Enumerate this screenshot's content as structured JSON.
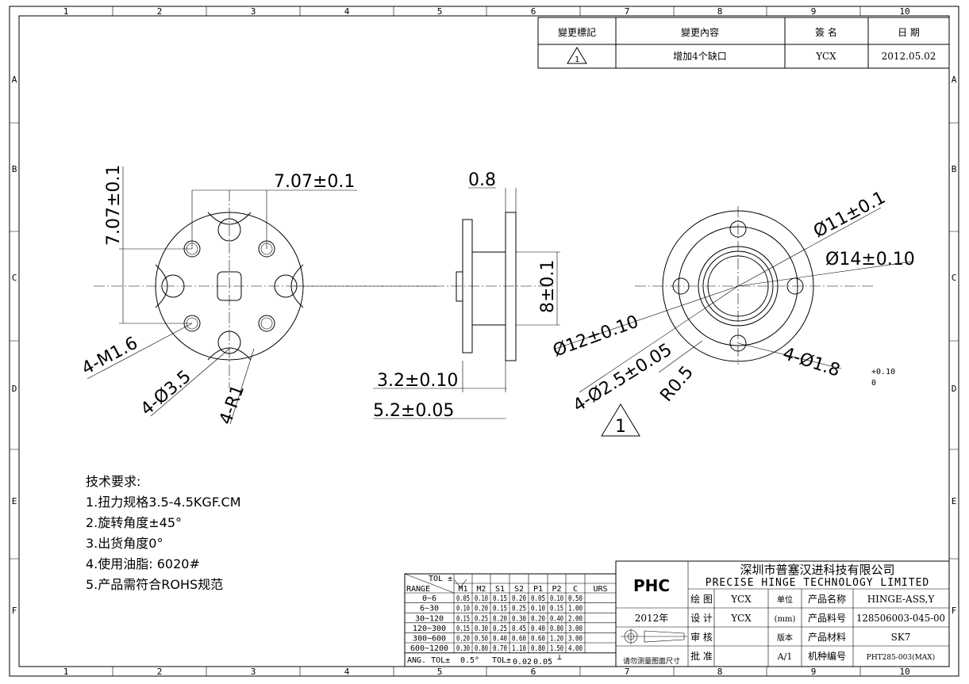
{
  "zones": {
    "columns": [
      "1",
      "2",
      "3",
      "4",
      "5",
      "6",
      "7",
      "8",
      "9",
      "10"
    ],
    "rows": [
      "A",
      "B",
      "C",
      "D",
      "E",
      "F"
    ]
  },
  "revision": {
    "headers": [
      "變更標記",
      "變更內容",
      "簽 名",
      "日 期"
    ],
    "mark": "1",
    "content": "增加4个缺口",
    "signer": "YCX",
    "date": "2012.05.02"
  },
  "dimensions": {
    "left_h": "7.07±0.1",
    "left_v": "7.07±0.1",
    "thread": "4-M1.6",
    "hole": "4-Ø3.5",
    "radius": "4-R1",
    "thick": "0.8",
    "height": "8±0.1",
    "len1": "3.2±0.10",
    "len2": "5.2±0.05",
    "d11": "Ø11±0.1",
    "d14": "Ø14±0.10",
    "d12": "Ø12±0.10",
    "d25": "4-Ø2.5±0.05",
    "r05": "R0.5",
    "d18": "4-Ø1.8",
    "d18_tol_upper": "+0.10",
    "d18_tol_lower": "0",
    "rev_mark": "1"
  },
  "notes": {
    "title": "技术要求:",
    "items": [
      "1.扭力规格3.5-4.5KGF.CM",
      "2.旋转角度±45°",
      "3.出货角度0°",
      "4.使用油脂: 6020#",
      "5.产品需符合ROHS规范"
    ]
  },
  "tolerance": {
    "tol_label": "TOL ±",
    "range_label": "RANGE",
    "columns": [
      "M1",
      "M2",
      "S1",
      "S2",
      "P1",
      "P2",
      "C",
      "URS"
    ],
    "rows": [
      [
        "0~6",
        "0.05",
        "0.10",
        "0.15",
        "0.20",
        "0.05",
        "0.10",
        "0.50"
      ],
      [
        "6~30",
        "0.10",
        "0.20",
        "0.15",
        "0.25",
        "0.10",
        "0.15",
        "1.00"
      ],
      [
        "30~120",
        "0.15",
        "0.25",
        "0.20",
        "0.30",
        "0.20",
        "0.40",
        "2.00"
      ],
      [
        "120~300",
        "0.15",
        "0.30",
        "0.25",
        "0.45",
        "0.40",
        "0.80",
        "3.00"
      ],
      [
        "300~600",
        "0.20",
        "0.50",
        "0.40",
        "0.60",
        "0.60",
        "1.20",
        "3.00"
      ],
      [
        "600~1200",
        "0.30",
        "0.80",
        "0.70",
        "1.10",
        "0.80",
        "1.50",
        "4.00"
      ]
    ],
    "ang_label": "ANG. TOL±",
    "ang_value": "0.5°",
    "tol2_label": "TOL±",
    "flatness": "0.02",
    "position": "0.05"
  },
  "title_block": {
    "logo": "PHC",
    "company_cn": "深圳市普塞汉进科技有限公司",
    "company_en": "PRECISE HINGE TECHNOLOGY LIMITED",
    "year": "2012年",
    "note": "请勿测量图面尺寸",
    "draw_label": "绘 图",
    "draw": "YCX",
    "design_label": "设 计",
    "design": "YCX",
    "check_label": "审 核",
    "approve_label": "批 准",
    "unit_label": "单位",
    "unit": "(mm)",
    "version_label": "版本",
    "version": "A/1",
    "name_label": "产品名称",
    "name": "HINGE-ASS,Y",
    "part_label": "产品料号",
    "part": "128506003-045-00",
    "material_label": "产品材料",
    "material": "SK7",
    "model_label": "机种编号",
    "model": "PHT285-003(MAX)"
  }
}
